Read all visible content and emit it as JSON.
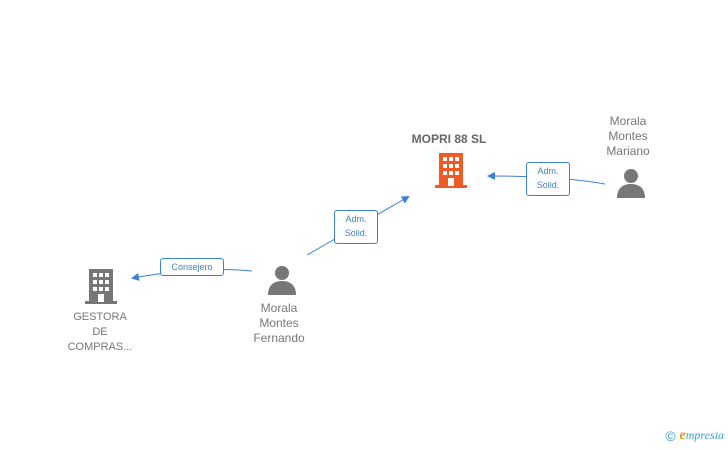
{
  "colors": {
    "main_company": "#f05a24",
    "company": "#777777",
    "person": "#777777",
    "edge": "#3b82d6"
  },
  "nodes": {
    "mopri": {
      "label": "MOPRI 88  SL",
      "icon": "building-icon"
    },
    "gestora": {
      "label": "GESTORA\nDE\nCOMPRAS...",
      "icon": "building-icon"
    },
    "fernando": {
      "label": "Morala\nMontes\nFernando",
      "icon": "person-icon"
    },
    "mariano": {
      "label": "Morala\nMontes\nMariano",
      "icon": "person-icon"
    }
  },
  "edges": {
    "fernando_mopri": "Adm.\nSolid.",
    "mariano_mopri": "Adm.\nSolid.",
    "fernando_gestora": "Consejero"
  },
  "brand": {
    "copyright": "©",
    "e": "e",
    "name": "mpresia"
  }
}
